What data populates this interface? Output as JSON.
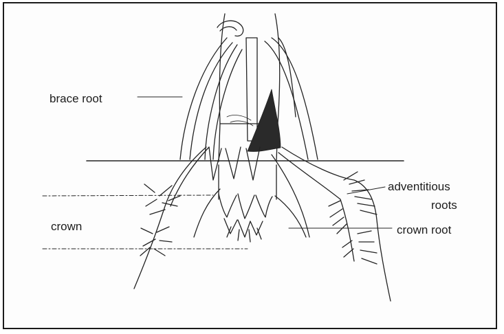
{
  "labels": {
    "brace_root": "brace root",
    "adventitious_line1": "adventitious",
    "adventitious_line2": "roots",
    "crown": "crown",
    "crown_root": "crown root"
  }
}
